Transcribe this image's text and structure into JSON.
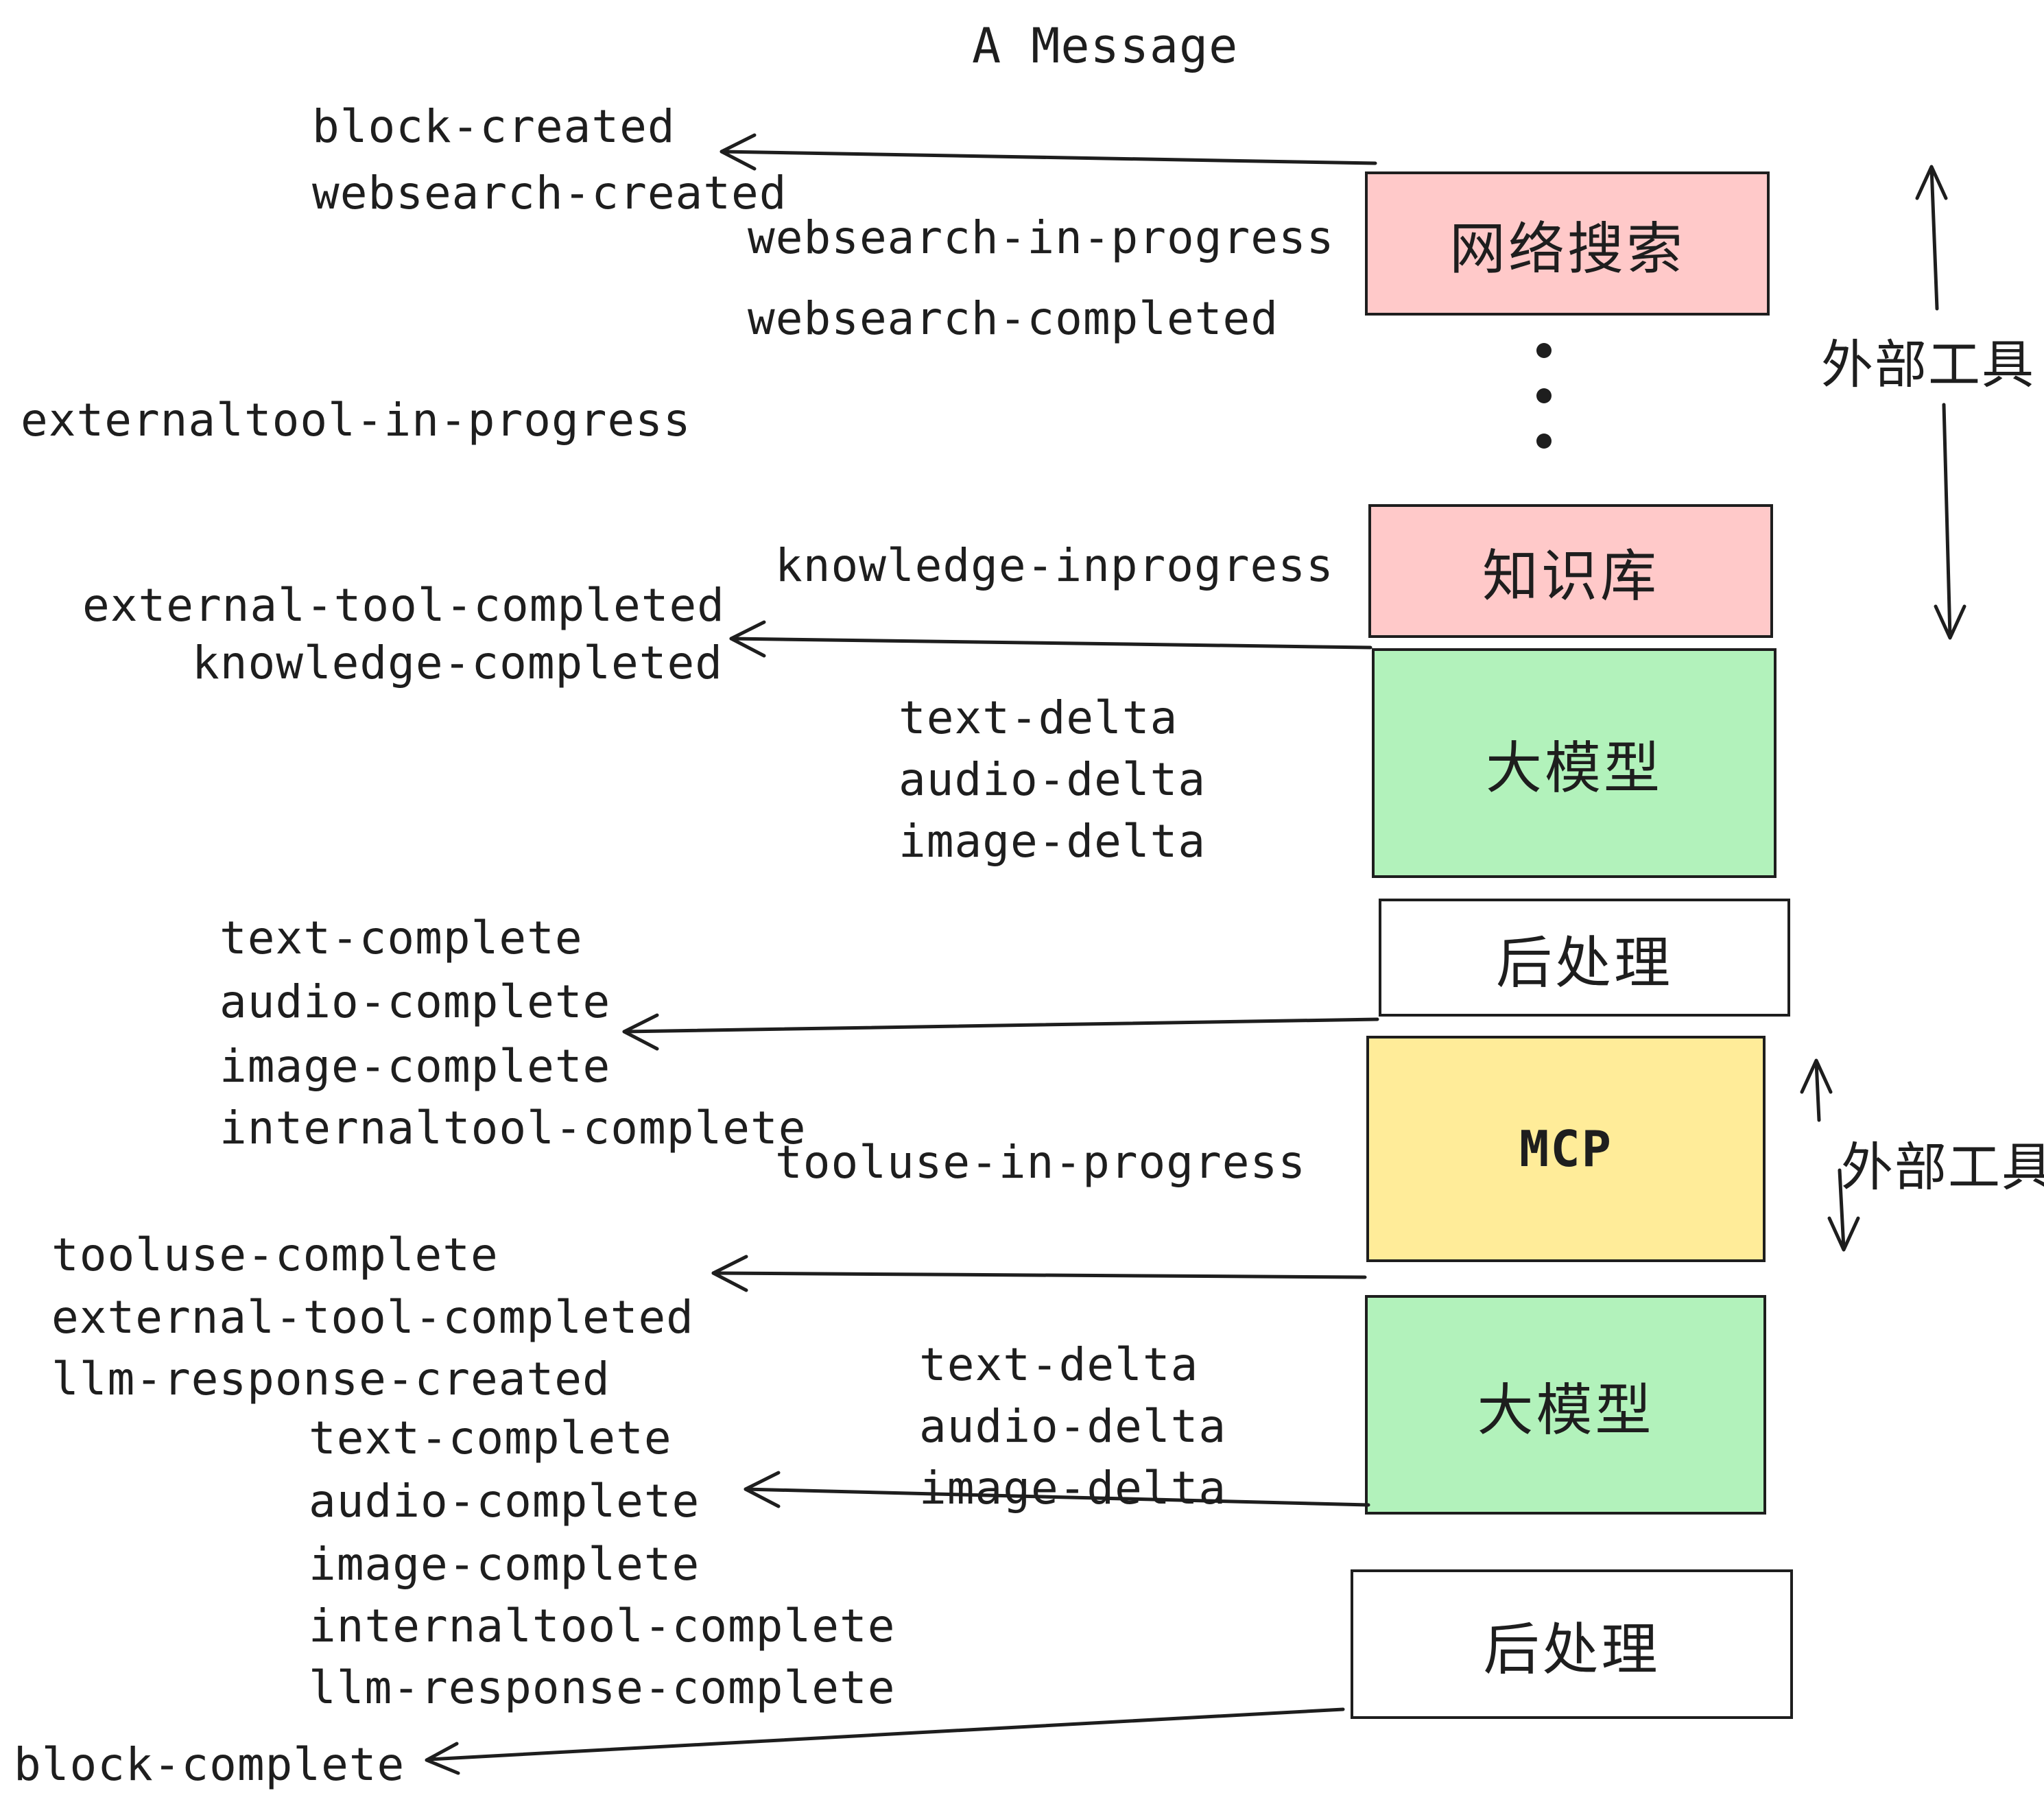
{
  "title": "A Message",
  "colors": {
    "ink": "#1e1e1e",
    "pink": "#ffc9c9",
    "green": "#b2f2bb",
    "yellow": "#ffec99",
    "white": "#ffffff"
  },
  "boxes": {
    "websearch": {
      "label": "网络搜索"
    },
    "knowledge": {
      "label": "知识库"
    },
    "llm_top": {
      "label": "大模型"
    },
    "post_top": {
      "label": "后处理"
    },
    "mcp": {
      "label": "MCP"
    },
    "llm_bottom": {
      "label": "大模型"
    },
    "post_bottom": {
      "label": "后处理"
    }
  },
  "side_labels": {
    "external_tools_top": "外部工具",
    "external_tools_bottom": "外部工具"
  },
  "events": {
    "block_created": "block-created",
    "websearch_created": "websearch-created",
    "websearch_in_progress": "websearch-in-progress",
    "websearch_completed": "websearch-completed",
    "externaltool_in_progress": "externaltool-in-progress",
    "knowledge_inprogress": "knowledge-inprogress",
    "external_tool_completed_top": "external-tool-completed",
    "knowledge_completed": "knowledge-completed",
    "text_delta_top": "text-delta",
    "audio_delta_top": "audio-delta",
    "image_delta_top": "image-delta",
    "text_complete_top": "text-complete",
    "audio_complete_top": "audio-complete",
    "image_complete_top": "image-complete",
    "internaltool_complete_top": "internaltool-complete",
    "tooluse_in_progress": "tooluse-in-progress",
    "tooluse_complete": "tooluse-complete",
    "external_tool_completed_bottom": "external-tool-completed",
    "llm_response_created": "llm-response-created",
    "text_complete_bottom": "text-complete",
    "audio_complete_bottom": "audio-complete",
    "image_complete_bottom": "image-complete",
    "internaltool_complete_bottom": "internaltool-complete",
    "llm_response_complete": "llm-response-complete",
    "block_complete": "block-complete"
  },
  "ellipsis_dot_count": 3
}
